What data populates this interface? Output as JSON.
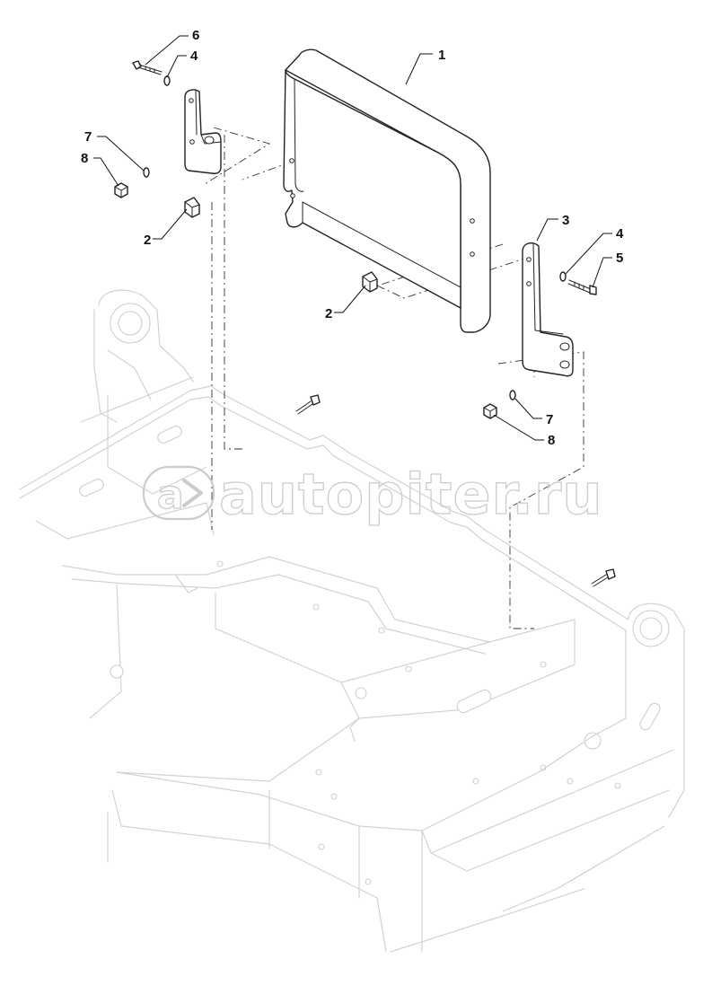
{
  "diagram": {
    "callouts": [
      {
        "id": "c1",
        "label": "1"
      },
      {
        "id": "c2a",
        "label": "2"
      },
      {
        "id": "c2b",
        "label": "2"
      },
      {
        "id": "c3",
        "label": "3"
      },
      {
        "id": "c4a",
        "label": "4"
      },
      {
        "id": "c4b",
        "label": "4"
      },
      {
        "id": "c5",
        "label": "5"
      },
      {
        "id": "c6",
        "label": "6"
      },
      {
        "id": "c7a",
        "label": "7"
      },
      {
        "id": "c7b",
        "label": "7"
      },
      {
        "id": "c8a",
        "label": "8"
      },
      {
        "id": "c8b",
        "label": "8"
      }
    ]
  },
  "watermark": {
    "text": "autopiter.ru",
    "logo_icon": "a-arrow-logo-icon"
  }
}
